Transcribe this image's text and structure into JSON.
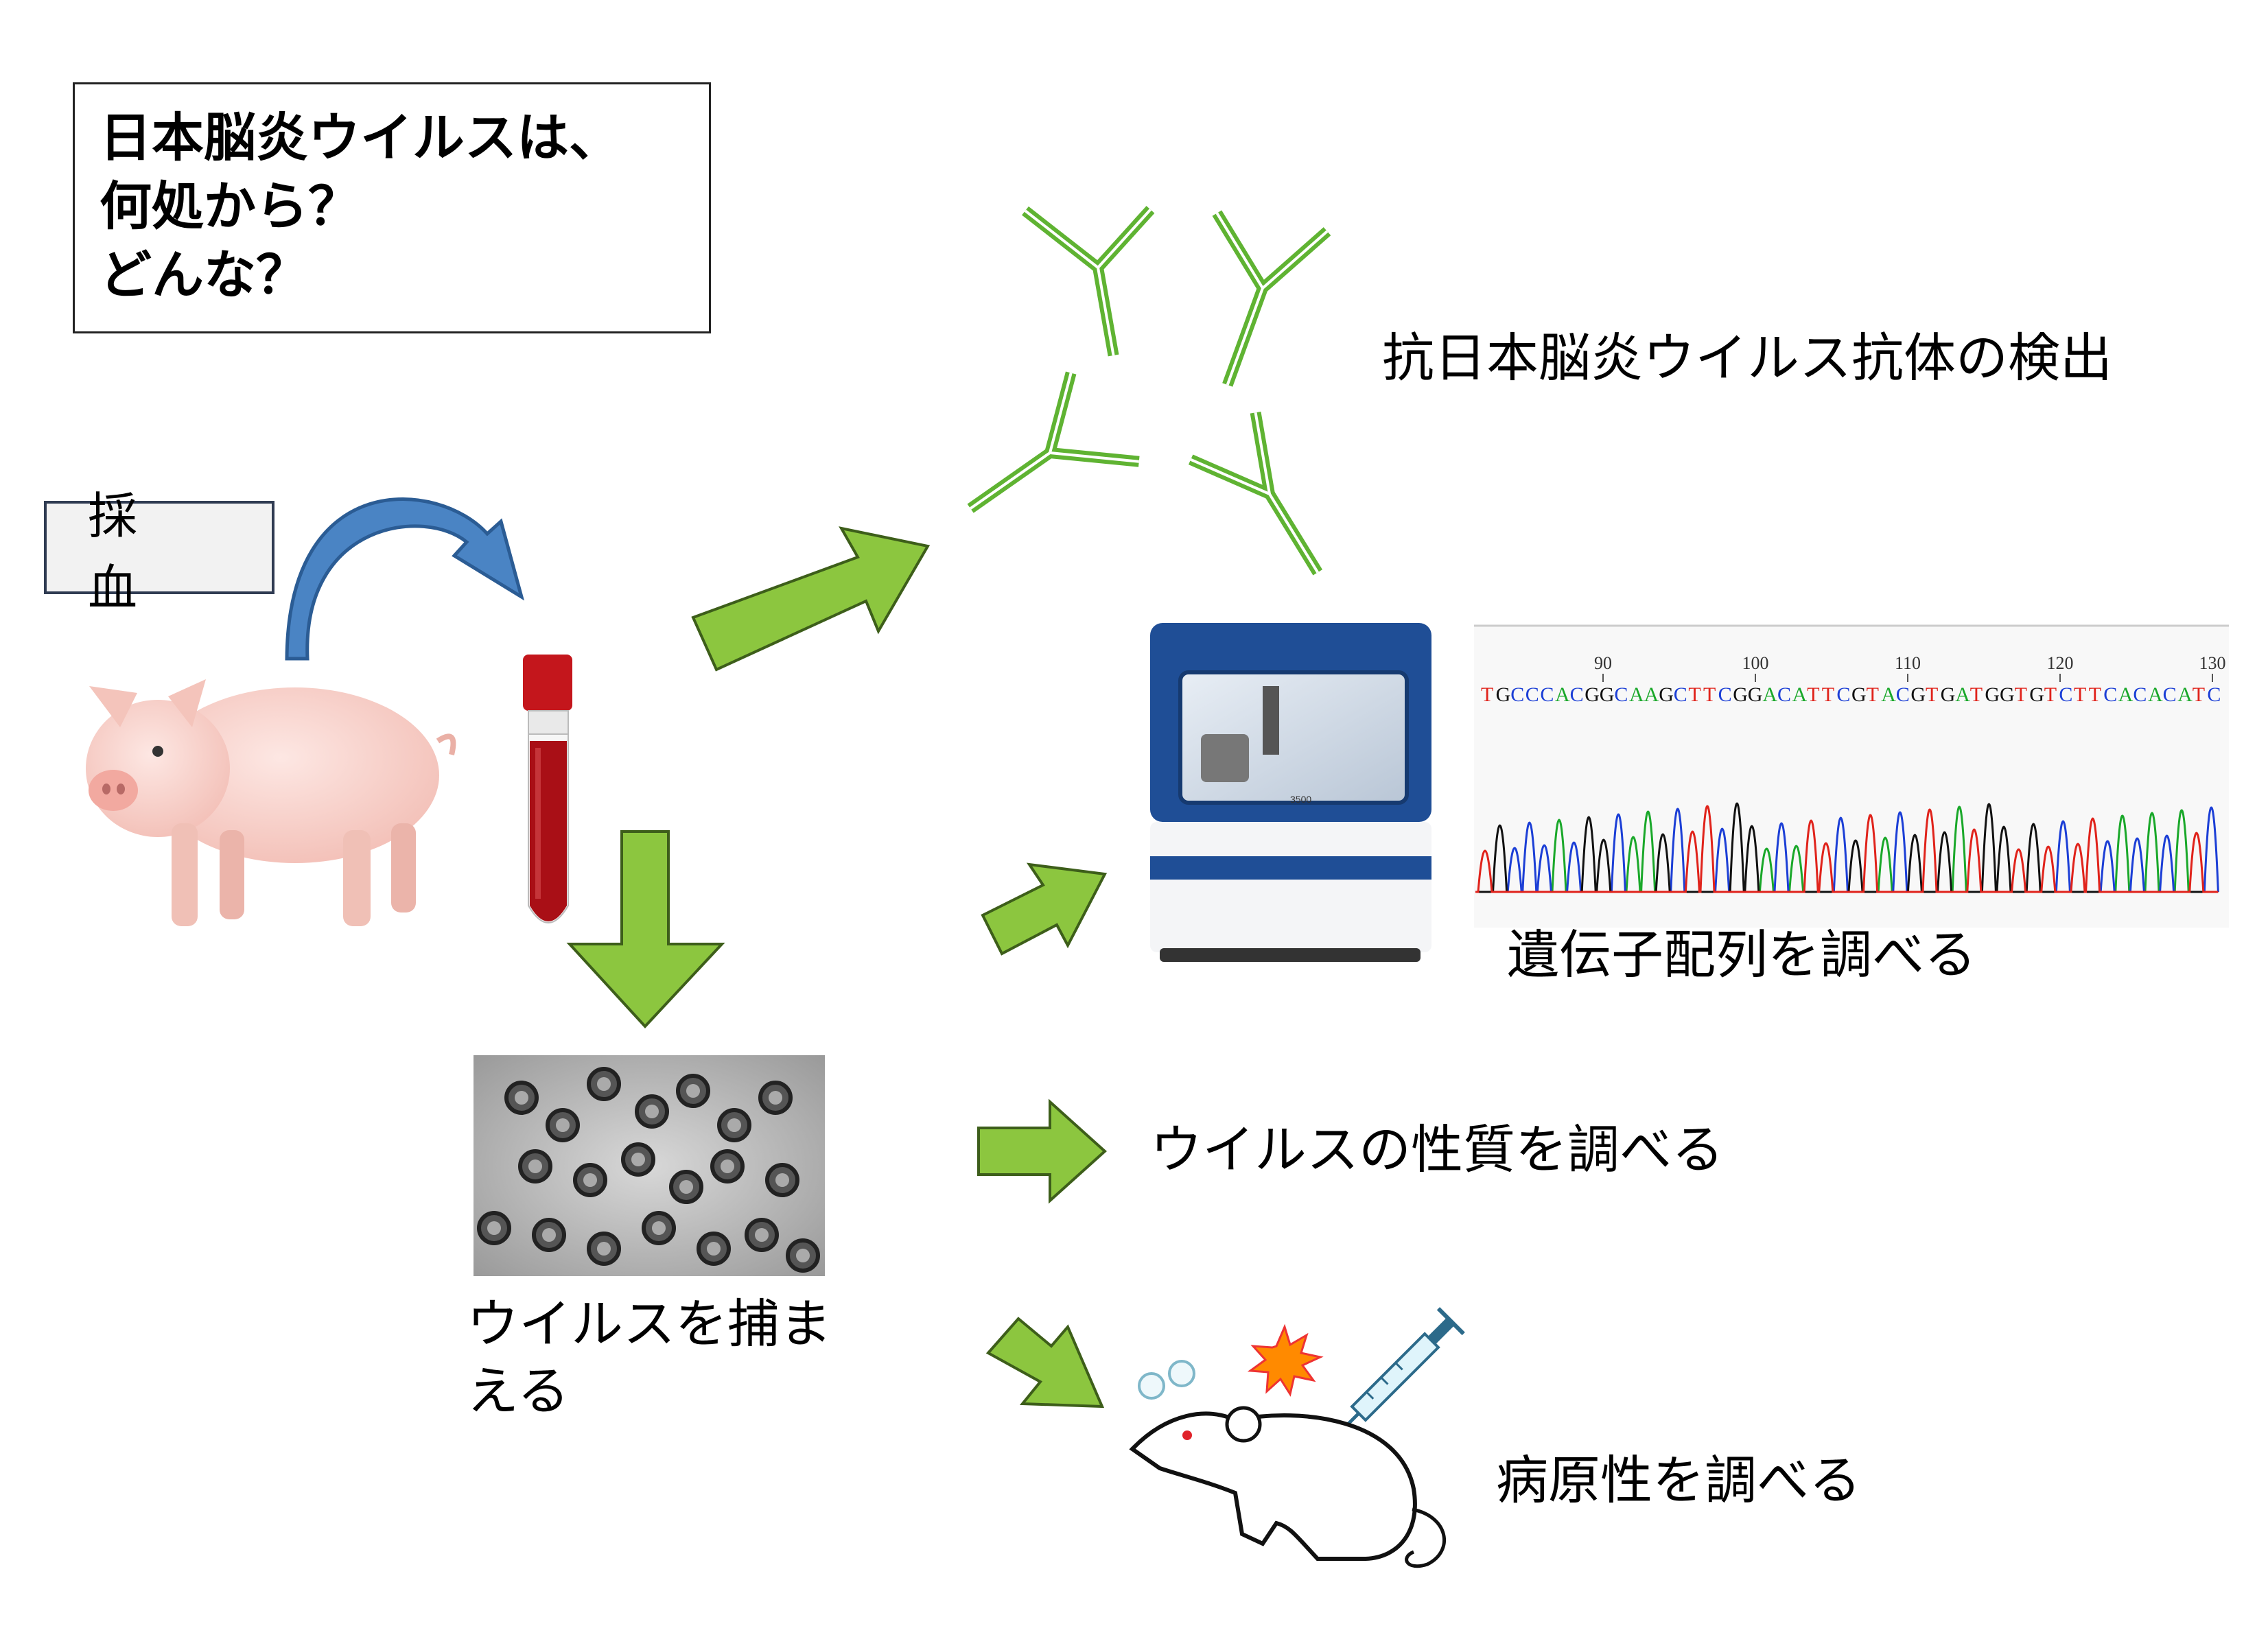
{
  "title_box": {
    "lines": [
      "日本脳炎ウイルスは、",
      "何処から？",
      "どんな？"
    ]
  },
  "blood_sampling_label": "採　血",
  "antibody_detection_label": "抗日本脳炎ウイルス抗体の検出",
  "sequencing_label": "遺伝子配列を調べる",
  "virus_property_label": "ウイルスの性質を調べる",
  "capture_virus_label_line1": "ウイルスを捕ま",
  "capture_virus_label_line2": "える",
  "pathogenicity_label": "病原性を調べる",
  "chromatogram": {
    "position_marks": [
      "90",
      "100",
      "110",
      "120",
      "130"
    ],
    "sequence": "TGCCCACGGCAAGCTTCGGACATTCGTACGTGATGGTGTCTTCACACATC"
  },
  "sequencer_screen_text": "3500",
  "colors": {
    "arrow_green": "#8cc63f",
    "arrow_outline": "#3d5e1a",
    "curved_arrow_blue": "#4a84c4",
    "antibody_green": "#5fb332",
    "tube_red": "#b3121b",
    "sequencer_blue": "#1f4e96"
  }
}
